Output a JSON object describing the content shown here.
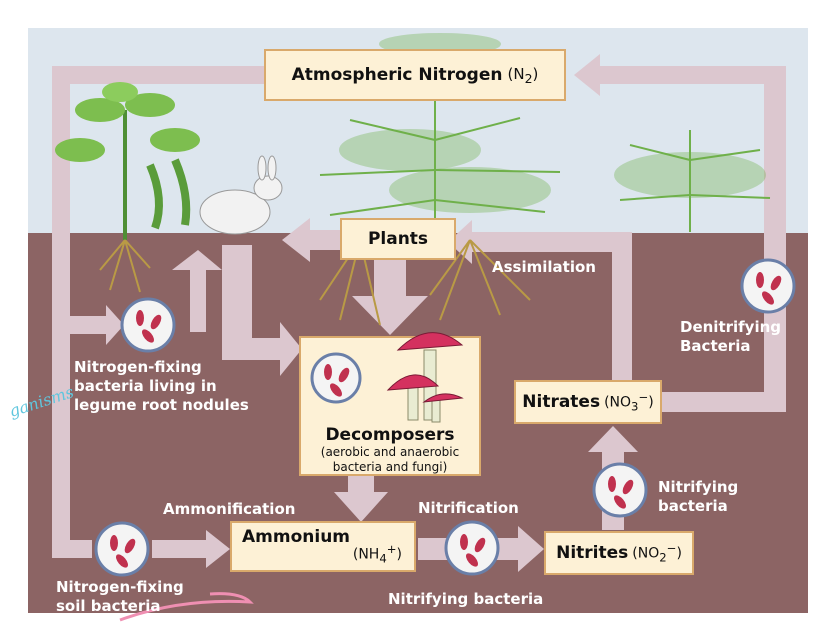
{
  "boxes": {
    "atmospheric": {
      "name": "Atmospheric Nitrogen",
      "formula": "(N",
      "sub": "2",
      "close": ")"
    },
    "plants": {
      "name": "Plants"
    },
    "decomposers": {
      "name": "Decomposers",
      "line1": "(aerobic and anaerobic",
      "line2": "bacteria and fungi)"
    },
    "ammonium": {
      "name": "Ammonium",
      "formula": "(NH",
      "sub": "4",
      "sup": "+",
      "close": ")"
    },
    "nitrites": {
      "name": "Nitrites",
      "formula": "(NO",
      "sub": "2",
      "sup": "−",
      "close": ")"
    },
    "nitrates": {
      "name": "Nitrates",
      "formula": "(NO",
      "sub": "3",
      "sup": "−",
      "close": ")"
    }
  },
  "labels": {
    "assimilation": "Assimilation",
    "denitrifying_1": "Denitrifying",
    "denitrifying_2": "Bacteria",
    "legume_1": "Nitrogen-fixing",
    "legume_2": "bacteria living in",
    "legume_3": "legume root nodules",
    "ammonification": "Ammonification",
    "nitrification": "Nitrification",
    "nitrifying_1": "Nitrifying",
    "nitrifying_2": "bacteria",
    "nitrifying_bottom": "Nitrifying bacteria",
    "soil_1": "Nitrogen-fixing",
    "soil_2": "soil bacteria"
  },
  "annotation": {
    "handwriting": "ganisms"
  },
  "colors": {
    "sky": "#dde6ee",
    "soil": "#8c6464",
    "arrow": "#dcc7cf",
    "box_fill": "#fdf1d6",
    "box_border": "#d9a96b",
    "bacteria": "#c0314e",
    "plant_green": "#6fb04a",
    "root": "#b99a45",
    "mushroom": "#d4315f"
  }
}
